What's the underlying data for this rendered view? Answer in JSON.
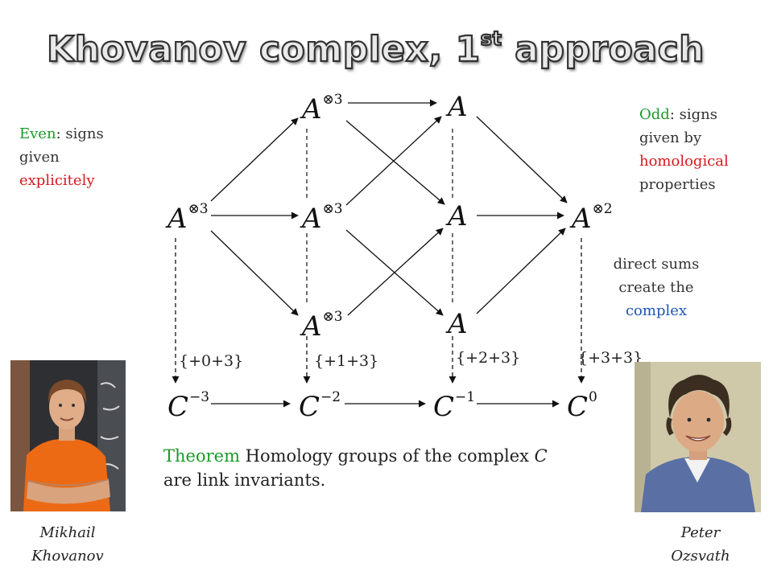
{
  "slide": {
    "title_main": "Khovanov complex, 1",
    "title_sup": "st",
    "title_tail": " approach"
  },
  "even_note": {
    "keyword": "Even",
    "text1": ": signs",
    "text2": "given",
    "text3": "explicitely"
  },
  "odd_note": {
    "keyword": "Odd",
    "text1": ": signs",
    "text2": "given by",
    "text3": "homological",
    "text4": "properties"
  },
  "sums_note": {
    "line1": "direct sums",
    "line2": "create the",
    "line3": "complex"
  },
  "diagram": {
    "nodes": {
      "a3_left": {
        "base": "A",
        "sup": "⊗3"
      },
      "a3_top": {
        "base": "A",
        "sup": "⊗3"
      },
      "a3_mid": {
        "base": "A",
        "sup": "⊗3"
      },
      "a3_bot": {
        "base": "A",
        "sup": "⊗3"
      },
      "a_top": {
        "base": "A"
      },
      "a_mid": {
        "base": "A"
      },
      "a_bot": {
        "base": "A"
      },
      "a2_right": {
        "base": "A",
        "sup": "⊗2"
      }
    },
    "chain": [
      {
        "base": "C",
        "sup": "−3"
      },
      {
        "base": "C",
        "sup": "−2"
      },
      {
        "base": "C",
        "sup": "−1"
      },
      {
        "base": "C",
        "sup": "0"
      }
    ],
    "shifts": [
      "{+0+3}",
      "{+1+3}",
      "{+2+3}",
      "{+3+3}"
    ]
  },
  "theorem": {
    "keyword": "Theorem",
    "text_before_c": " Homology groups of the complex ",
    "symbol": "C",
    "text_line2": "are link invariants."
  },
  "people": {
    "left": {
      "first": "Mikhail",
      "last": "Khovanov"
    },
    "right": {
      "first": "Peter",
      "last": "Ozsvath"
    }
  },
  "colors": {
    "even": "#1a9a2a",
    "odd": "#1a9a2a",
    "highlight_red": "#d7191c",
    "complex_blue": "#1f55b5",
    "theorem_green": "#1a9a2a"
  }
}
